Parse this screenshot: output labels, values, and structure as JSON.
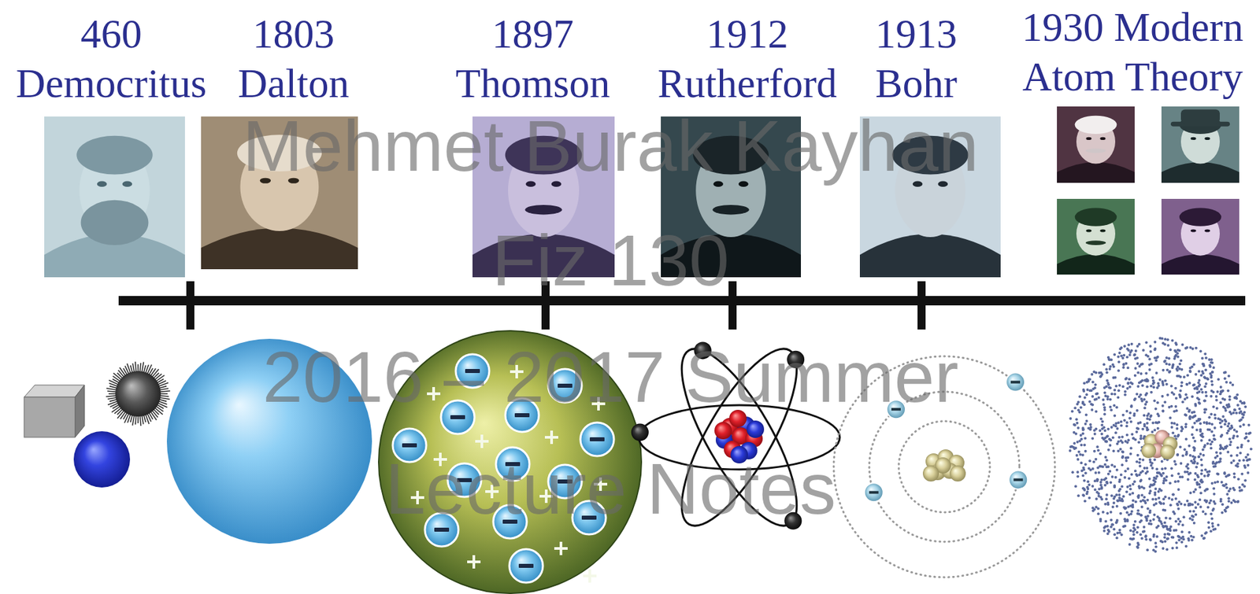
{
  "diagram": {
    "labels": [
      "460 Democritus",
      "1803 Dalton",
      "1897 Thomson",
      "1912 Rutherford",
      "1913 Bohr",
      "1930 Modern Atom Theory",
      "Mehmet Burak Kayhan",
      "Fiz 130",
      "2016 – 2017 Summer",
      "Lecture Notes"
    ]
  }
}
